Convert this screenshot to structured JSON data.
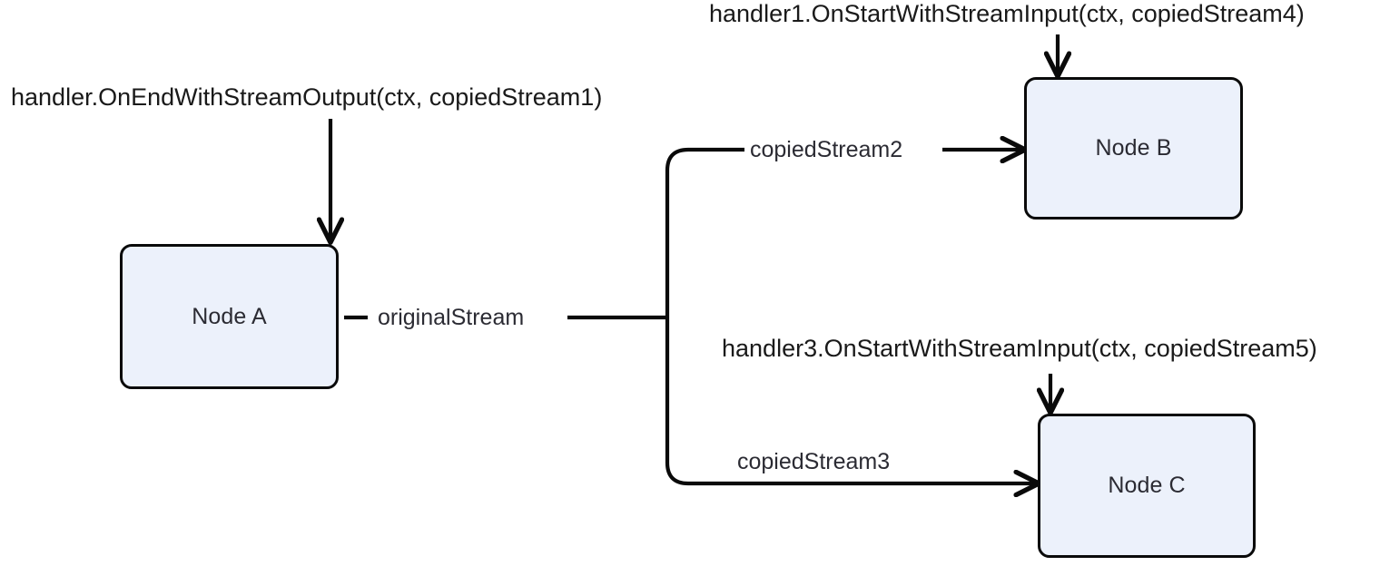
{
  "diagram": {
    "title": "Stream copy fan-out diagram",
    "background_color": "#ffffff",
    "node_fill_color": "#ecf1fb",
    "node_border_color": "#0a0a0a",
    "text_color": "#2b2b33",
    "edge_color": "#0a0a0a"
  },
  "nodes": [
    {
      "id": "a",
      "label": "Node A"
    },
    {
      "id": "b",
      "label": "Node B"
    },
    {
      "id": "c",
      "label": "Node C"
    }
  ],
  "edge_labels": {
    "original": "originalStream",
    "copied2": "copiedStream2",
    "copied3": "copiedStream3"
  },
  "annotations": [
    {
      "id": "handler_end_output",
      "text": "handler.OnEndWithStreamOutput(ctx, copiedStream1)",
      "target": "Node A"
    },
    {
      "id": "handler1_start_input",
      "text": "handler1.OnStartWithStreamInput(ctx, copiedStream4)",
      "target": "Node B"
    },
    {
      "id": "handler3_start_input",
      "text": "handler3.OnStartWithStreamInput(ctx, copiedStream5)",
      "target": "Node C"
    }
  ]
}
